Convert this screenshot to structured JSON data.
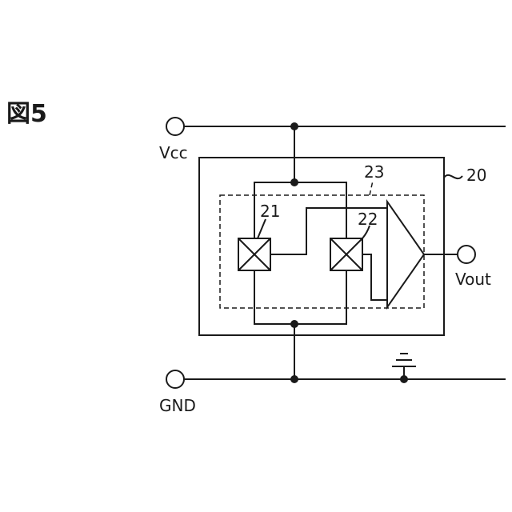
{
  "figure_label": "図5",
  "labels": {
    "vcc": "Vcc",
    "gnd": "GND",
    "vout": "Vout",
    "module": "20",
    "sensor_a": "21",
    "sensor_b": "22",
    "detector": "23"
  },
  "colors": {
    "line": "#1a1a1a",
    "background": "#ffffff"
  }
}
